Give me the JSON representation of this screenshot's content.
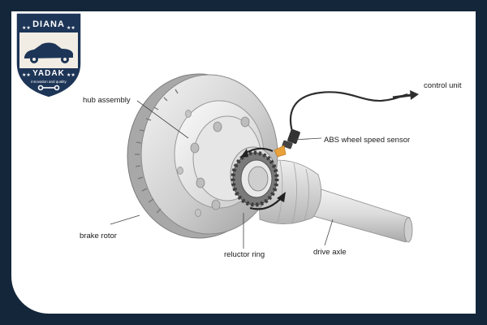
{
  "logo": {
    "top_text": "DIANA",
    "bottom_text": "YADAK",
    "tagline": "innovation and quality",
    "colors": {
      "navy": "#1d3557",
      "cream": "#f1ede4"
    }
  },
  "diagram": {
    "labels": {
      "hub_assembly": "hub assembly",
      "control_unit": "control unit",
      "abs_sensor": "ABS wheel speed sensor",
      "brake_rotor": "brake rotor",
      "reluctor_ring": "reluctor ring",
      "drive_axle": "drive axle"
    },
    "colors": {
      "sensor_tip": "#e9a23b",
      "frame": "#14273a"
    }
  }
}
